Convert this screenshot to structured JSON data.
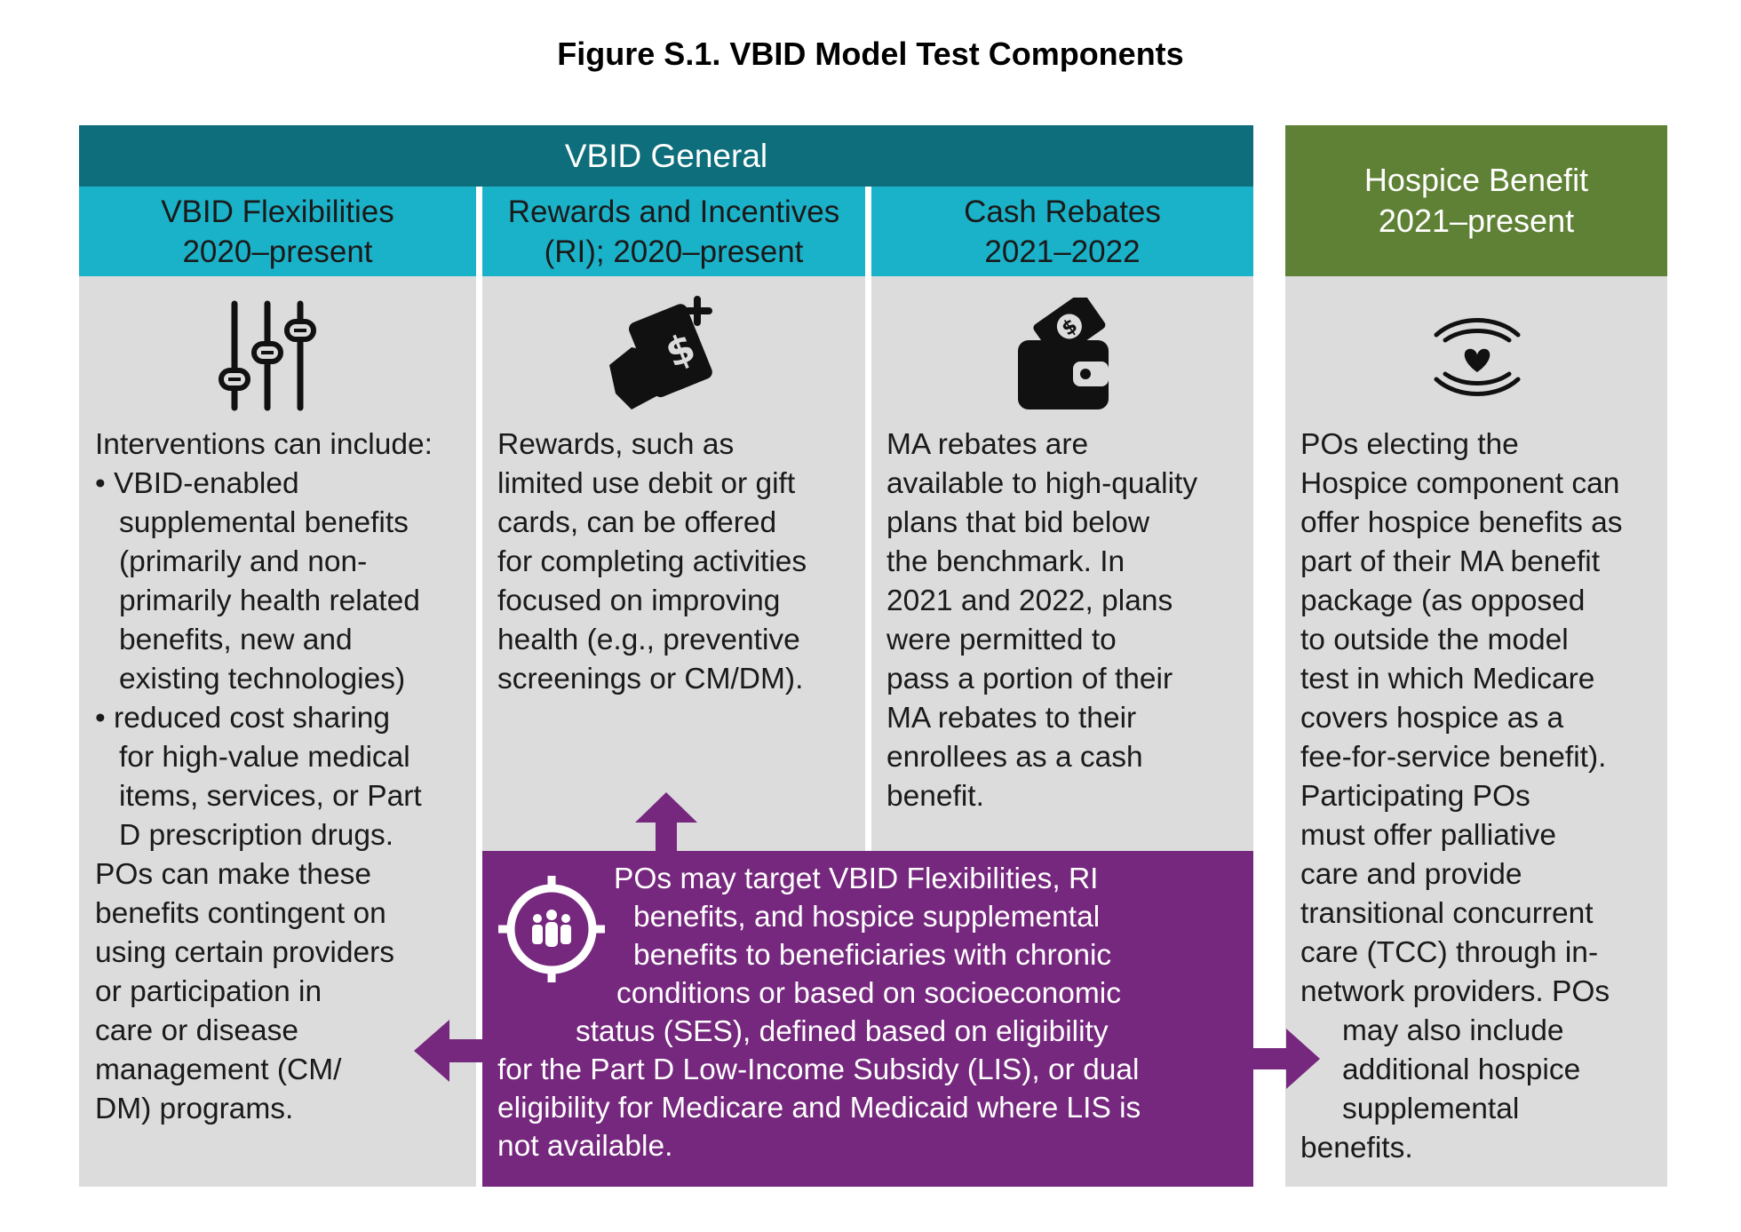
{
  "figure_title": "Figure S.1. VBID Model Test Components",
  "colors": {
    "general_band": "#0e6e7b",
    "sub_header": "#1ab2c9",
    "body_gray": "#dcdcdd",
    "hospice_green": "#5f8135",
    "target_purple": "#76277e"
  },
  "general": {
    "label": "VBID General",
    "columns": [
      {
        "header_line1": "VBID Flexibilities",
        "header_line2": "2020–present",
        "icon": "sliders-icon",
        "intro": "Interventions can include:",
        "bullet1": [
          "VBID-enabled",
          "supplemental benefits",
          "(primarily and non-",
          "primarily health related",
          "benefits, new and",
          "existing technologies)"
        ],
        "bullet2": [
          "reduced cost sharing",
          "for high-value medical",
          "items, services, or Part",
          "D prescription drugs."
        ],
        "outro": [
          "POs can make these",
          "benefits contingent on",
          "using certain providers",
          "or participation in",
          "care or disease",
          "management (CM/",
          "DM) programs."
        ]
      },
      {
        "header_line1": "Rewards and Incentives",
        "header_line2": "(RI); 2020–present",
        "icon": "hand-card-icon",
        "lines": [
          "Rewards, such as",
          "limited use debit or gift",
          "cards, can be offered",
          "for completing activities",
          "focused on improving",
          "health (e.g., preventive",
          "screenings or CM/DM)."
        ]
      },
      {
        "header_line1": "Cash Rebates",
        "header_line2": "2021–2022",
        "icon": "wallet-icon",
        "lines": [
          "MA rebates are",
          "available to high-quality",
          "plans that bid below",
          "the benchmark. In",
          "2021 and 2022, plans",
          "were permitted to",
          "pass a portion of their",
          "MA rebates to their",
          "enrollees as a cash",
          "benefit."
        ]
      }
    ]
  },
  "hospice": {
    "header_line1": "Hospice Benefit",
    "header_line2": "2021–present",
    "icon": "caring-hands-heart-icon",
    "lines": [
      "POs electing the",
      "Hospice component can",
      "offer hospice benefits as",
      "part of their MA benefit",
      "package (as opposed",
      "to outside the model",
      "test in which Medicare",
      "covers hospice as a",
      "fee-for-service benefit).",
      "Participating POs",
      "must offer palliative",
      "care and provide",
      "transitional concurrent",
      "care (TCC) through in-",
      "network providers. POs",
      "may also include",
      "additional hospice",
      "supplemental",
      "benefits."
    ]
  },
  "targeting": {
    "icon": "target-group-icon",
    "lines": [
      "POs may target VBID Flexibilities, RI",
      "benefits, and hospice supplemental",
      "benefits to beneficiaries with chronic",
      "conditions or based on socioeconomic",
      "status (SES), defined based on eligibility",
      "for the Part D Low-Income Subsidy (LIS), or dual",
      "eligibility for Medicare and Medicaid where LIS is",
      "not available."
    ]
  }
}
